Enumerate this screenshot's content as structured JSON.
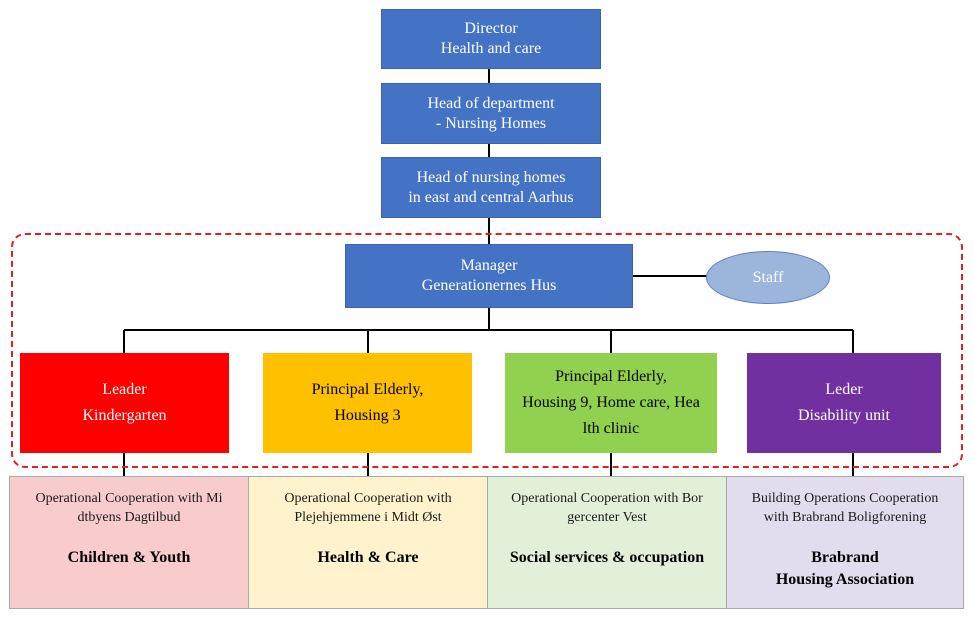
{
  "colors": {
    "director_blue": "#4472c4",
    "staff_blue": "#9bb5dd",
    "boundary_red": "#e02020",
    "kindergarten_red": "#ff0000",
    "housing3_amber": "#ffc000",
    "housing9_green": "#92d050",
    "disability_purple": "#7030a0",
    "children_pink": "#f8cccc",
    "health_cream": "#fff2cc",
    "social_green": "#e2efd9",
    "housing_lavender": "#e3dcef"
  },
  "hierarchy": {
    "director": {
      "line1": "Director",
      "line2": "Health and care"
    },
    "head_department": {
      "line1": "Head of department",
      "line2": "- Nursing Homes"
    },
    "head_nursing": {
      "line1": "Head of nursing homes",
      "line2": "in east and central Aarhus"
    },
    "manager": {
      "line1": "Manager",
      "line2": "Generationernes Hus"
    },
    "staff": "Staff"
  },
  "units": [
    {
      "line1": "Leader",
      "line2": "Kindergarten",
      "line3": ""
    },
    {
      "line1": "Principal Elderly,",
      "line2": "Housing 3",
      "line3": ""
    },
    {
      "line1": "Principal Elderly,",
      "line2": "Housing 9, Home care, Hea",
      "line3": "lth clinic"
    },
    {
      "line1": "Leder",
      "line2": "Disability unit",
      "line3": ""
    }
  ],
  "cooperations": [
    {
      "line1": "Operational Cooperation with Mi",
      "line2": "dtbyens Dagtilbud",
      "area1": "Children & Youth",
      "area2": ""
    },
    {
      "line1": "Operational Cooperation with",
      "line2": "Plejehjemmene i Midt Øst",
      "area1": "Health & Care",
      "area2": ""
    },
    {
      "line1": "Operational Cooperation with Bor",
      "line2": "gercenter Vest",
      "area1": "Social services & occupation",
      "area2": ""
    },
    {
      "line1": "Building Operations Cooperation",
      "line2": "with Brabrand Boligforening",
      "area1": "Brabrand",
      "area2": "Housing Association"
    }
  ]
}
